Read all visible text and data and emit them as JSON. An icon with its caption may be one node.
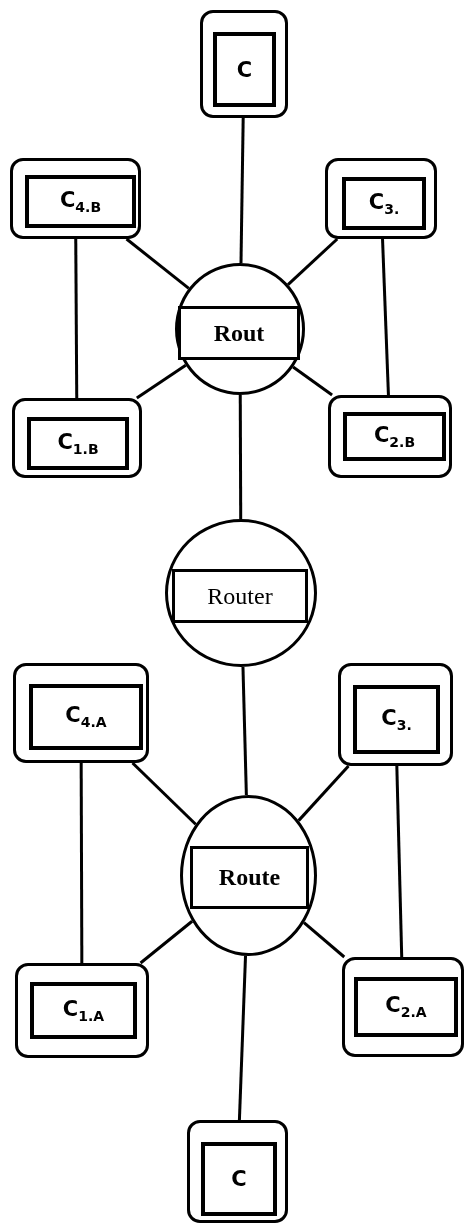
{
  "diagram": {
    "nodes": [
      {
        "text": [
          "C"
        ]
      },
      {
        "text": [
          "C$_{4.B}$"
        ]
      },
      {
        "text": [
          "C$_{3.}$"
        ]
      },
      {
        "text": [
          "Rout"
        ]
      },
      {
        "text": [
          "C$_{1.B}$"
        ]
      },
      {
        "text": [
          "C$_{2.B}$"
        ]
      },
      {
        "text": [
          "Router"
        ]
      },
      {
        "text": [
          "C$_{4.A}$"
        ]
      },
      {
        "text": [
          "C$_{3.}$"
        ]
      },
      {
        "text": [
          "Route"
        ]
      },
      {
        "text": [
          "C$_{1.A}$"
        ]
      },
      {
        "text": [
          "C$_{2.A}$"
        ]
      },
      {
        "text": [
          "C"
        ]
      }
    ],
    "edges": [
      {
        "from": 0,
        "to": 3,
        "arrow": "none"
      },
      {
        "from": 1,
        "to": 3,
        "arrow": "none"
      },
      {
        "from": 2,
        "to": 3,
        "arrow": "none"
      },
      {
        "from": 1,
        "to": 4,
        "arrow": "none"
      },
      {
        "from": 2,
        "to": 5,
        "arrow": "none"
      },
      {
        "from": 4,
        "to": 3,
        "arrow": "none"
      },
      {
        "from": 5,
        "to": 3,
        "arrow": "none"
      },
      {
        "from": 3,
        "to": 6,
        "arrow": "none"
      },
      {
        "from": 6,
        "to": 9,
        "arrow": "none"
      },
      {
        "from": 7,
        "to": 9,
        "arrow": "none"
      },
      {
        "from": 8,
        "to": 9,
        "arrow": "none"
      },
      {
        "from": 7,
        "to": 10,
        "arrow": "none"
      },
      {
        "from": 8,
        "to": 11,
        "arrow": "none"
      },
      {
        "from": 10,
        "to": 9,
        "arrow": "none"
      },
      {
        "from": 11,
        "to": 9,
        "arrow": "none"
      },
      {
        "from": 9,
        "to": 12,
        "arrow": "none"
      }
    ]
  }
}
